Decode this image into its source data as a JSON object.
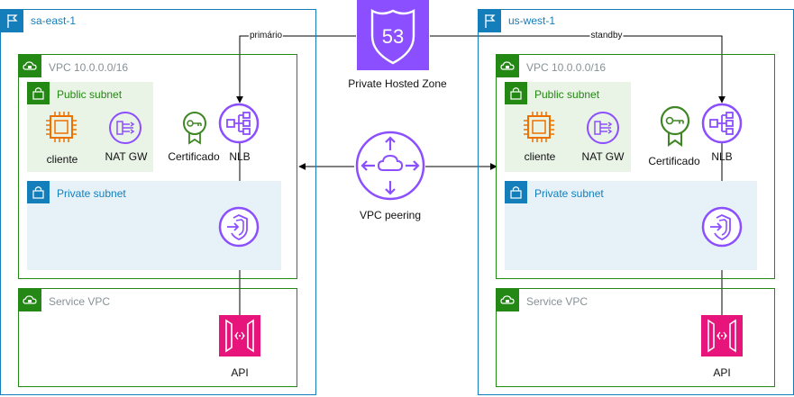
{
  "hosted_zone": {
    "label": "Private Hosted Zone",
    "badge_text": "53",
    "icon": "route53-icon"
  },
  "peering": {
    "label": "VPC peering",
    "icon": "vpc-peering-icon"
  },
  "edges": {
    "primary_label": "primário",
    "standby_label": "standby"
  },
  "regions": [
    {
      "name": "sa-east-1",
      "vpc_label": "VPC 10.0.0.0/16",
      "public_subnet_label": "Public subnet",
      "private_subnet_label": "Private subnet",
      "service_vpc_label": "Service VPC",
      "client_label": "cliente",
      "nat_label": "NAT GW",
      "cert_label": "Certificado",
      "nlb_label": "NLB",
      "api_label": "API"
    },
    {
      "name": "us-west-1",
      "vpc_label": "VPC 10.0.0.0/16",
      "public_subnet_label": "Public subnet",
      "private_subnet_label": "Private subnet",
      "service_vpc_label": "Service VPC",
      "client_label": "cliente",
      "nat_label": "NAT GW",
      "cert_label": "Certificado",
      "nlb_label": "NLB",
      "api_label": "API"
    }
  ],
  "colors": {
    "region_border": "#147eba",
    "vpc_border": "#248814",
    "public_subnet_fill": "#e9f3e6",
    "private_subnet_fill": "#e6f2f8",
    "network_icon": "#8c4fff",
    "route53_fill": "#8c4fff",
    "compute_icon": "#ed7100",
    "security_icon": "#3f8624",
    "api_gateway_fill": "#e7157b"
  }
}
